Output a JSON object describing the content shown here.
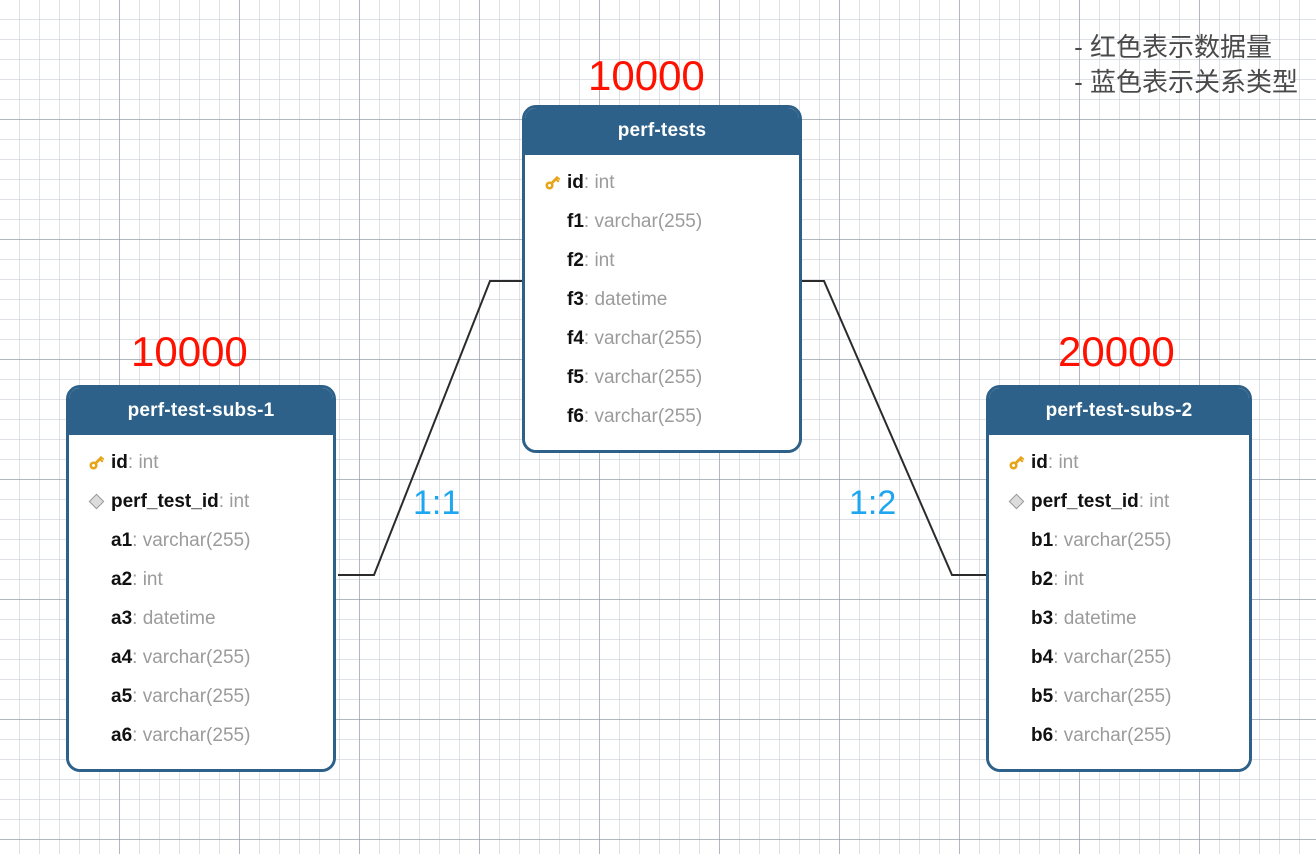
{
  "legend": {
    "lines": [
      "- 红色表示数据量",
      "- 蓝色表示关系类型"
    ]
  },
  "colors": {
    "count_red": "#ff1100",
    "relation_blue": "#1ea7f0",
    "entity_header": "#2d6189",
    "entity_border": "#2d6189",
    "field_name": "#111111",
    "field_type": "#9b9b9b",
    "legend_text": "#4a4a4a",
    "connector": "#2b2b2b"
  },
  "entities": [
    {
      "id": "perf-tests",
      "title": "perf-tests",
      "count": "10000",
      "fields": [
        {
          "icon": "primary-key-icon",
          "name": "id",
          "type": "int"
        },
        {
          "icon": "none",
          "name": "f1",
          "type": "varchar(255)"
        },
        {
          "icon": "none",
          "name": "f2",
          "type": "int"
        },
        {
          "icon": "none",
          "name": "f3",
          "type": "datetime"
        },
        {
          "icon": "none",
          "name": "f4",
          "type": "varchar(255)"
        },
        {
          "icon": "none",
          "name": "f5",
          "type": "varchar(255)"
        },
        {
          "icon": "none",
          "name": "f6",
          "type": "varchar(255)"
        }
      ]
    },
    {
      "id": "perf-test-subs-1",
      "title": "perf-test-subs-1",
      "count": "10000",
      "fields": [
        {
          "icon": "primary-key-icon",
          "name": "id",
          "type": "int"
        },
        {
          "icon": "foreign-key-icon",
          "name": "perf_test_id",
          "type": "int"
        },
        {
          "icon": "none",
          "name": "a1",
          "type": "varchar(255)"
        },
        {
          "icon": "none",
          "name": "a2",
          "type": "int"
        },
        {
          "icon": "none",
          "name": "a3",
          "type": "datetime"
        },
        {
          "icon": "none",
          "name": "a4",
          "type": "varchar(255)"
        },
        {
          "icon": "none",
          "name": "a5",
          "type": "varchar(255)"
        },
        {
          "icon": "none",
          "name": "a6",
          "type": "varchar(255)"
        }
      ]
    },
    {
      "id": "perf-test-subs-2",
      "title": "perf-test-subs-2",
      "count": "20000",
      "fields": [
        {
          "icon": "primary-key-icon",
          "name": "id",
          "type": "int"
        },
        {
          "icon": "foreign-key-icon",
          "name": "perf_test_id",
          "type": "int"
        },
        {
          "icon": "none",
          "name": "b1",
          "type": "varchar(255)"
        },
        {
          "icon": "none",
          "name": "b2",
          "type": "int"
        },
        {
          "icon": "none",
          "name": "b3",
          "type": "datetime"
        },
        {
          "icon": "none",
          "name": "b4",
          "type": "varchar(255)"
        },
        {
          "icon": "none",
          "name": "b5",
          "type": "varchar(255)"
        },
        {
          "icon": "none",
          "name": "b6",
          "type": "varchar(255)"
        }
      ]
    }
  ],
  "relations": [
    {
      "id": "rel-left",
      "label": "1:1",
      "from": "perf-test-subs-1",
      "to": "perf-tests"
    },
    {
      "id": "rel-right",
      "label": "1:2",
      "from": "perf-tests",
      "to": "perf-test-subs-2"
    }
  ]
}
